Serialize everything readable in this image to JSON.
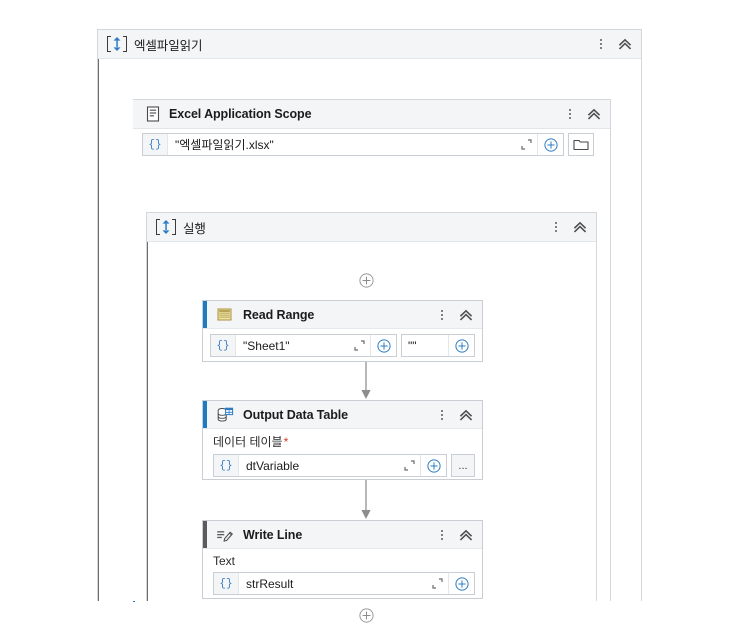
{
  "workflow": {
    "root": {
      "title": "엑셀파일읽기",
      "icon": "sequence-icon",
      "menu_icon": "more-options-icon",
      "collapse_icon": "collapse-chevron-icon"
    },
    "excel_scope": {
      "title": "Excel Application Scope",
      "icon": "document-icon",
      "menu_icon": "more-options-icon",
      "collapse_icon": "collapse-chevron-icon",
      "workbook_path": {
        "brace": "{}",
        "value": "\"엑셀파일읽기.xlsx\"",
        "open_icon": "open-editor-icon",
        "plus_icon": "add-expression-icon",
        "browse_icon": "folder-browse-icon"
      }
    },
    "do_sequence": {
      "title": "실행",
      "icon": "sequence-icon",
      "menu_icon": "more-options-icon",
      "collapse_icon": "collapse-chevron-icon"
    },
    "activities": [
      {
        "name": "read-range",
        "title": "Read Range",
        "icon": "spreadsheet-icon",
        "menu_icon": "more-options-icon",
        "collapse_icon": "collapse-chevron-icon",
        "fields": [
          {
            "label": "",
            "required": false,
            "brace": "{}",
            "value": "\"Sheet1\"",
            "open_icon": "open-editor-icon",
            "plus_icon": "add-expression-icon"
          },
          {
            "label": "",
            "required": false,
            "brace": "",
            "value": "\"\"",
            "open_icon": "",
            "plus_icon": "add-expression-icon"
          }
        ]
      },
      {
        "name": "output-data-table",
        "title": "Output Data Table",
        "icon": "data-table-icon",
        "menu_icon": "more-options-icon",
        "collapse_icon": "collapse-chevron-icon",
        "fields": [
          {
            "label": "데이터 테이블",
            "required": true,
            "required_marker": "*",
            "brace": "{}",
            "value": "dtVariable",
            "open_icon": "open-editor-icon",
            "plus_icon": "add-expression-icon",
            "ellipsis_label": "...",
            "ellipsis_icon": "more-editor-icon"
          }
        ]
      },
      {
        "name": "write-line",
        "title": "Write Line",
        "icon": "write-pencil-icon",
        "menu_icon": "more-options-icon",
        "collapse_icon": "collapse-chevron-icon",
        "fields": [
          {
            "label": "Text",
            "required": false,
            "brace": "{}",
            "value": "strResult",
            "open_icon": "open-editor-icon",
            "plus_icon": "add-expression-icon"
          }
        ]
      }
    ],
    "connectors": {
      "add_icon": "add-activity-icon",
      "arrow_icon": "flow-arrow-icon"
    }
  },
  "colors": {
    "accent_blue": "#1f7ac4",
    "header_gray": "#f4f5f7",
    "border_gray": "#c9ced4",
    "rail_gray": "#6d6d6d",
    "required_red": "#d23a2e",
    "brace_blue": "#3b7fc4",
    "connector_gray": "#a6a6a6"
  }
}
